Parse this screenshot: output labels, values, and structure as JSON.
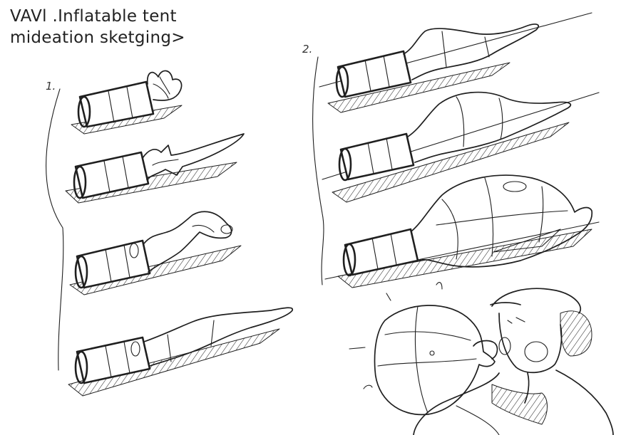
{
  "title": {
    "line1": "VAVl .Inflatable tent",
    "line2": "mideation sketging>"
  },
  "sequence_labels": {
    "one": "1.",
    "two": "2."
  }
}
